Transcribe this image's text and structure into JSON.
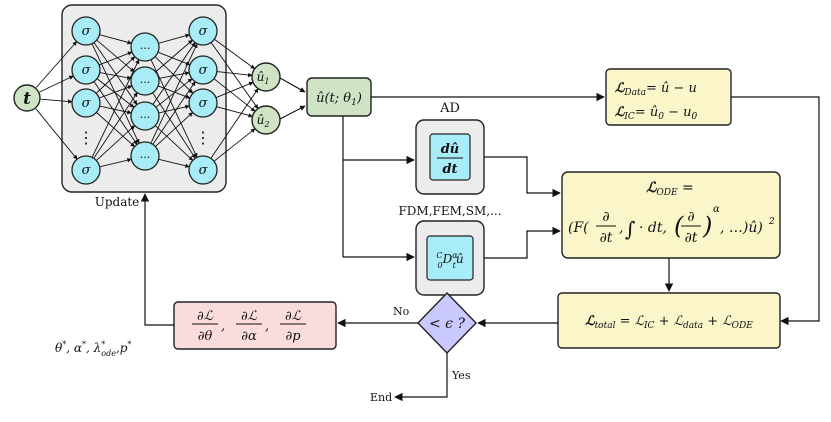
{
  "network": {
    "input_label": "t",
    "activation_symbol": "σ",
    "ellipsis_dots": "⋮",
    "hidden_ellipsis": "...",
    "outputs": [
      "û",
      "û"
    ],
    "output_subscripts": [
      "1",
      "2"
    ]
  },
  "surrogate": {
    "u": "û",
    "args": "(t; θ",
    "sub": "1",
    "close": ")"
  },
  "loss_data": {
    "lhs": "ℒ",
    "lhs_sub": "Data",
    "rhs_a": "= û − u",
    "ic_lhs": "ℒ",
    "ic_sub": "IC",
    "ic_rhs_a": "= û",
    "ic_rhs_sub": "0",
    "ic_rhs_b": " − u",
    "ic_rhs_sub2": "0"
  },
  "ad_branch": {
    "label": "AD",
    "num": "dû",
    "den": "dt"
  },
  "numeric_branch": {
    "label": "FDM,FEM,SM,...",
    "op_pre_sup": "C",
    "op_pre_sub": "0",
    "op": "D",
    "op_sub": "t",
    "op_sup": "α",
    "op_tail": "û"
  },
  "loss_ode": {
    "line1": "ℒ",
    "line1_sub": "ODE",
    "line1_tail": " =",
    "line2_a": "(F(",
    "d": "∂",
    "dt": "∂t",
    "comma": ",",
    "integral": "∫",
    "int_tail": "· dt,",
    "paren_open": "(",
    "paren_close": ")",
    "alpha": "α",
    "tail": ", …)û)",
    "sq": "2"
  },
  "loss_total": {
    "text_a": "ℒ",
    "sub_a": "total",
    "eq": " = ℒ",
    "sub_b": "IC",
    "plus1": " + ℒ",
    "sub_c": "data",
    "plus2": " + ℒ",
    "sub_d": "ODE"
  },
  "decision": {
    "text": "< ϵ ?",
    "no": "No",
    "yes": "Yes",
    "end": "End"
  },
  "gradients": {
    "num": "∂ℒ",
    "den": [
      "∂θ",
      "∂α",
      "∂p"
    ],
    "sep": ","
  },
  "results": {
    "theta": "θ",
    "alpha": "α",
    "lambda": "λ",
    "lambda_sub": "ode",
    "p": "p",
    "star": "*",
    "comma": ","
  },
  "update_label": "Update",
  "colors": {
    "node_green": "#cfe3c5",
    "node_cyan": "#a8ecf7",
    "panel_gray": "#ececec",
    "yellow": "#fbf6c9",
    "pink": "#fbdcdc",
    "diamond": "#c9c8ff",
    "stroke": "#222222"
  }
}
